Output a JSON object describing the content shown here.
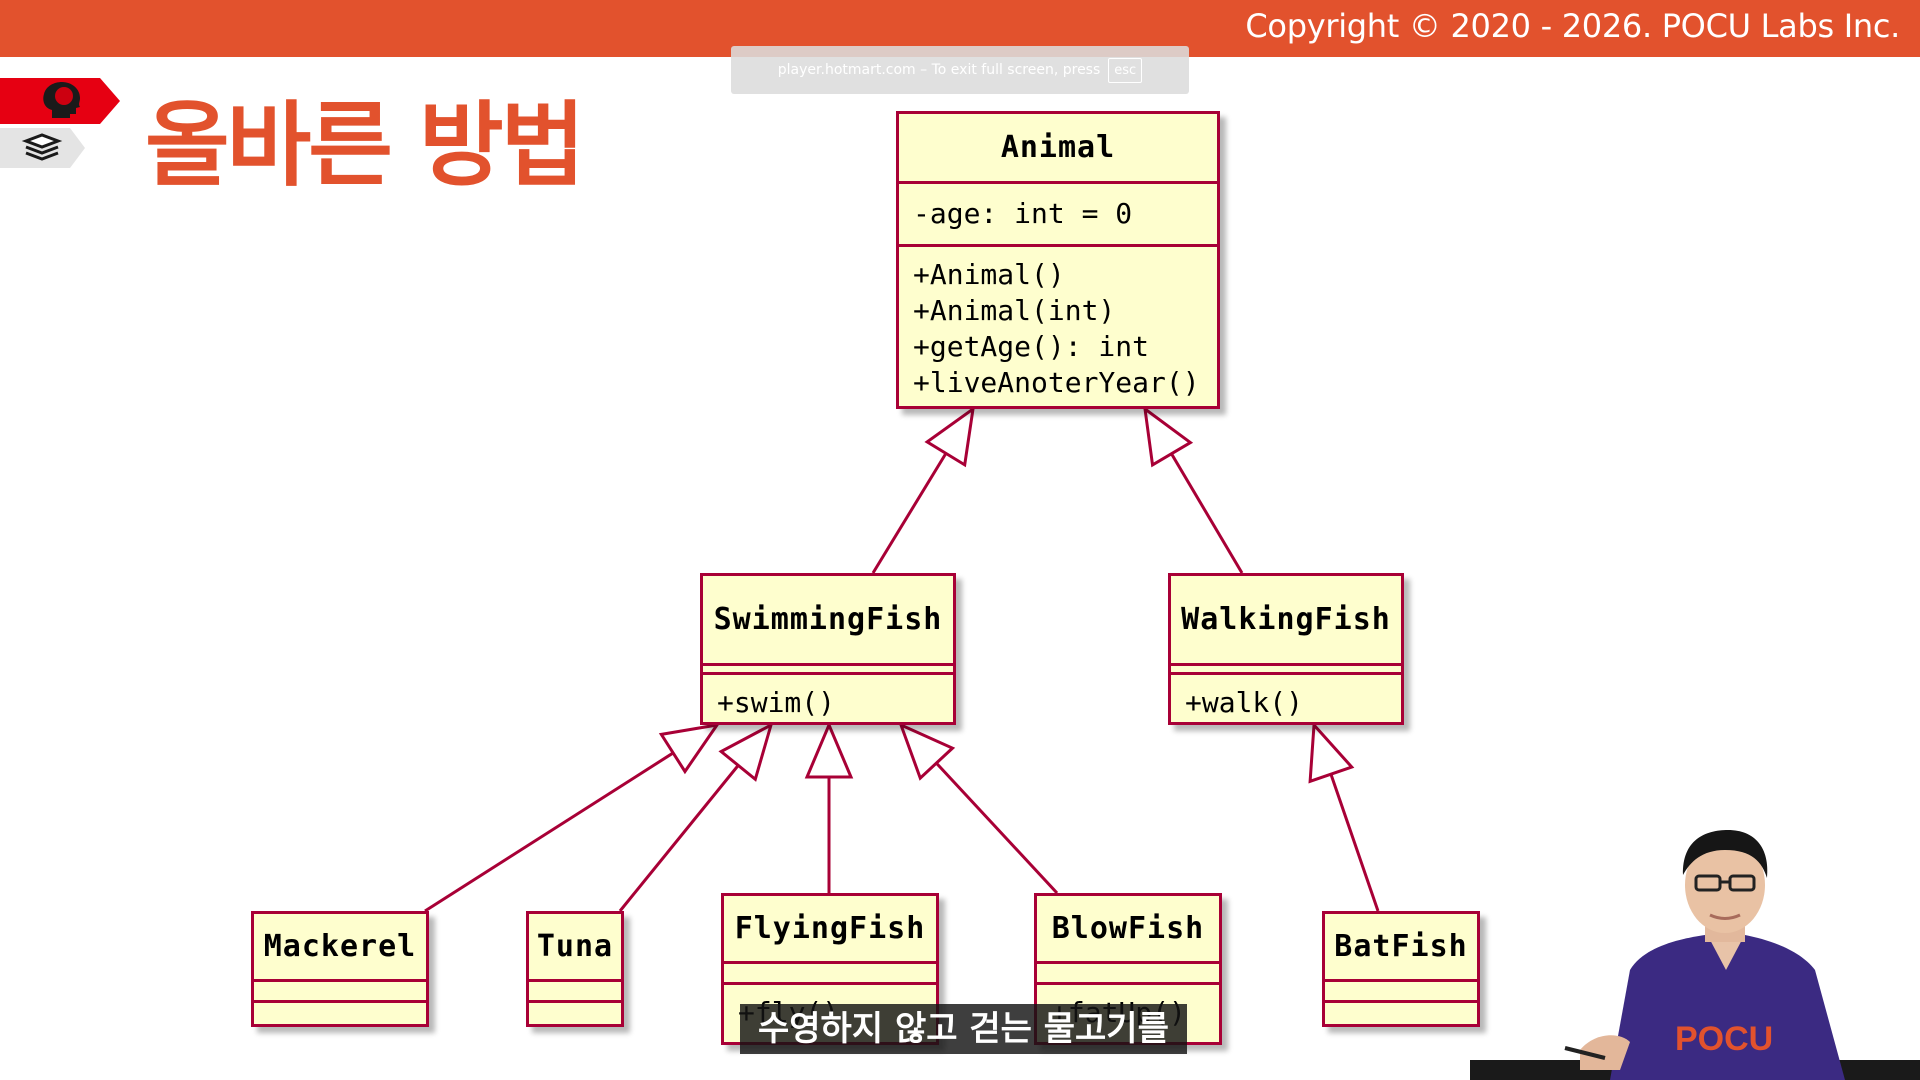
{
  "header": {
    "copyright": "Copyright © 2020 - 2026. POCU Labs Inc.",
    "bar_color": "#e2522d"
  },
  "fullscreen_notice": {
    "text": "player.hotmart.com – To exit full screen, press",
    "key": "esc"
  },
  "side_tabs": [
    {
      "icon": "brain-head-icon",
      "color": "#e60012"
    },
    {
      "icon": "books-stack-icon",
      "color": "#e8e8e8"
    }
  ],
  "slide": {
    "title": "올바른 방법",
    "title_color": "#e2522d"
  },
  "uml": {
    "border_color": "#a80036",
    "fill_color": "#fefece",
    "classes": {
      "animal": {
        "name": "Animal",
        "attributes": [
          "-age: int = 0"
        ],
        "methods": [
          "+Animal()",
          "+Animal(int)",
          "+getAge(): int",
          "+liveAnoterYear()"
        ]
      },
      "swimming_fish": {
        "name": "SwimmingFish",
        "attributes": [],
        "methods": [
          "+swim()"
        ]
      },
      "walking_fish": {
        "name": "WalkingFish",
        "attributes": [],
        "methods": [
          "+walk()"
        ]
      },
      "mackerel": {
        "name": "Mackerel",
        "attributes": [],
        "methods": []
      },
      "tuna": {
        "name": "Tuna",
        "attributes": [],
        "methods": []
      },
      "flying_fish": {
        "name": "FlyingFish",
        "attributes": [],
        "methods": [
          "+fly()"
        ]
      },
      "blow_fish": {
        "name": "BlowFish",
        "attributes": [],
        "methods": [
          "+fatUp()"
        ]
      },
      "bat_fish": {
        "name": "BatFish",
        "attributes": [],
        "methods": []
      }
    },
    "relations": [
      {
        "from": "swimming_fish",
        "to": "animal",
        "type": "generalization"
      },
      {
        "from": "walking_fish",
        "to": "animal",
        "type": "generalization"
      },
      {
        "from": "mackerel",
        "to": "swimming_fish",
        "type": "generalization"
      },
      {
        "from": "tuna",
        "to": "swimming_fish",
        "type": "generalization"
      },
      {
        "from": "flying_fish",
        "to": "swimming_fish",
        "type": "generalization"
      },
      {
        "from": "blow_fish",
        "to": "swimming_fish",
        "type": "generalization"
      },
      {
        "from": "bat_fish",
        "to": "walking_fish",
        "type": "generalization"
      }
    ]
  },
  "subtitle": {
    "text": "수영하지 않고 걷는 물고기를"
  },
  "presenter": {
    "shirt_text": "POCU"
  }
}
